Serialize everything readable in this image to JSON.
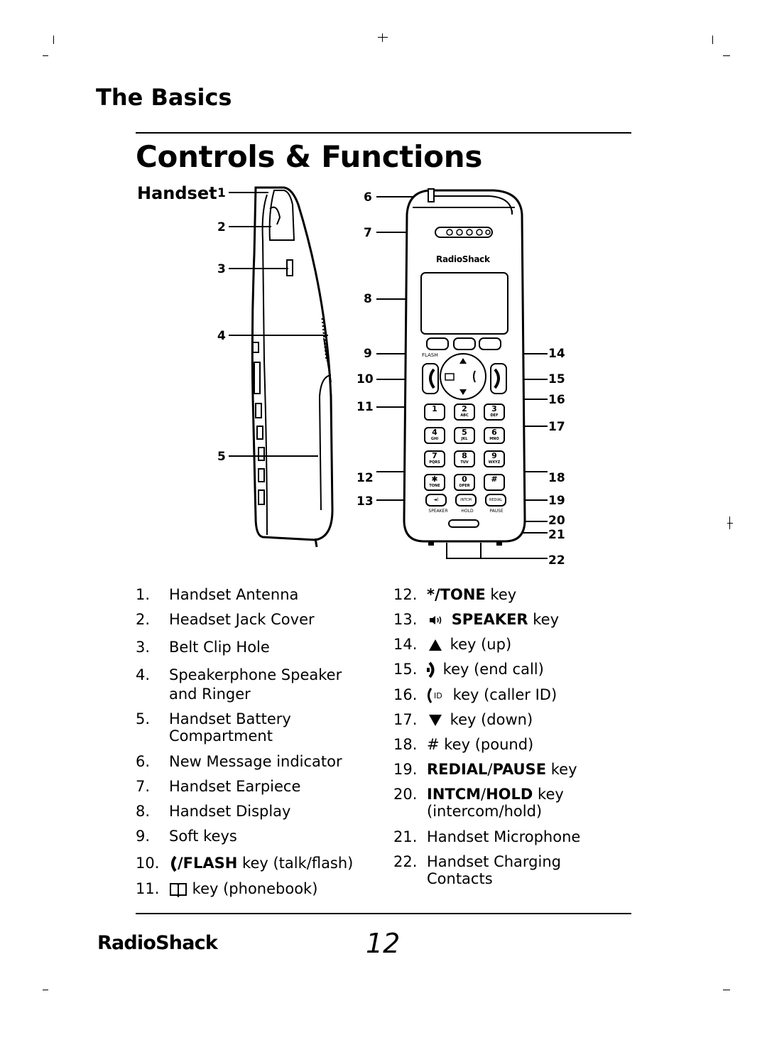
{
  "header": {
    "section_title": "The Basics",
    "page_heading": "Controls & Functions"
  },
  "figure": {
    "label": "Handset",
    "callouts": [
      "1",
      "2",
      "3",
      "4",
      "5",
      "6",
      "7",
      "8",
      "9",
      "10",
      "11",
      "12",
      "13",
      "14",
      "15",
      "16",
      "17",
      "18",
      "19",
      "20",
      "21",
      "22"
    ],
    "phone_brand": "RadioShack",
    "flash_label": "FLASH",
    "bottom_keys": [
      "SPEAKER",
      "HOLD",
      "PAUSE"
    ],
    "keypad": [
      {
        "digit": "1",
        "letters": ""
      },
      {
        "digit": "2",
        "letters": "ABC"
      },
      {
        "digit": "3",
        "letters": "DEF"
      },
      {
        "digit": "4",
        "letters": "GHI"
      },
      {
        "digit": "5",
        "letters": "JKL"
      },
      {
        "digit": "6",
        "letters": "MNO"
      },
      {
        "digit": "7",
        "letters": "PQRS"
      },
      {
        "digit": "8",
        "letters": "TUV"
      },
      {
        "digit": "9",
        "letters": "WXYZ"
      },
      {
        "digit": "✱",
        "letters": "TONE"
      },
      {
        "digit": "0",
        "letters": "OPER"
      },
      {
        "digit": "#",
        "letters": ""
      }
    ],
    "function_keys": [
      "",
      "INTCM",
      "REDIAL"
    ]
  },
  "left_list": [
    {
      "num": "1.",
      "text": "Handset Antenna"
    },
    {
      "num": "2.",
      "text": "Headset Jack Cover"
    },
    {
      "num": "3.",
      "text": "Belt Clip Hole"
    },
    {
      "num": "4.",
      "text": "Speakerphone Speaker",
      "text2": "and Ringer"
    },
    {
      "num": "5.",
      "text": "Handset Battery",
      "text2": "Compartment"
    },
    {
      "num": "6.",
      "text": "New Message indicator"
    },
    {
      "num": "7.",
      "text": "Handset Earpiece"
    },
    {
      "num": "8.",
      "text": "Handset Display"
    },
    {
      "num": "9.",
      "text": "Soft keys"
    },
    {
      "num": "10.",
      "kw": "/FLASH",
      "rest": " key (talk/flash)",
      "icon": "talk-icon"
    },
    {
      "num": "11.",
      "rest": " key (phonebook)",
      "icon": "phonebook-icon"
    }
  ],
  "right_list": [
    {
      "num": "12.",
      "kw": "*/TONE",
      "rest": " key"
    },
    {
      "num": "13.",
      "kw": "SPEAKER",
      "rest": " key",
      "icon": "speaker-icon"
    },
    {
      "num": "14.",
      "rest": " key (up)",
      "icon": "up-arrow-icon"
    },
    {
      "num": "15.",
      "rest": " key (end call)",
      "icon": "end-call-icon"
    },
    {
      "num": "16.",
      "rest": " key (caller ID)",
      "icon": "caller-id-icon"
    },
    {
      "num": "17.",
      "rest": " key (down)",
      "icon": "down-arrow-icon"
    },
    {
      "num": "18.",
      "rest": "# key (pound)"
    },
    {
      "num": "19.",
      "kw": "REDIAL",
      "sep": "/",
      "kw2": "PAUSE",
      "rest": " key"
    },
    {
      "num": "20.",
      "kw": "INTCM",
      "sep": "/",
      "kw2": "HOLD",
      "rest": " key",
      "text2": "(intercom/hold)"
    },
    {
      "num": "21.",
      "text": "Handset Microphone"
    },
    {
      "num": "22.",
      "text": "Handset Charging",
      "text2": "Contacts"
    }
  ],
  "footer": {
    "brand": "RadioShack",
    "page_number": "12"
  }
}
